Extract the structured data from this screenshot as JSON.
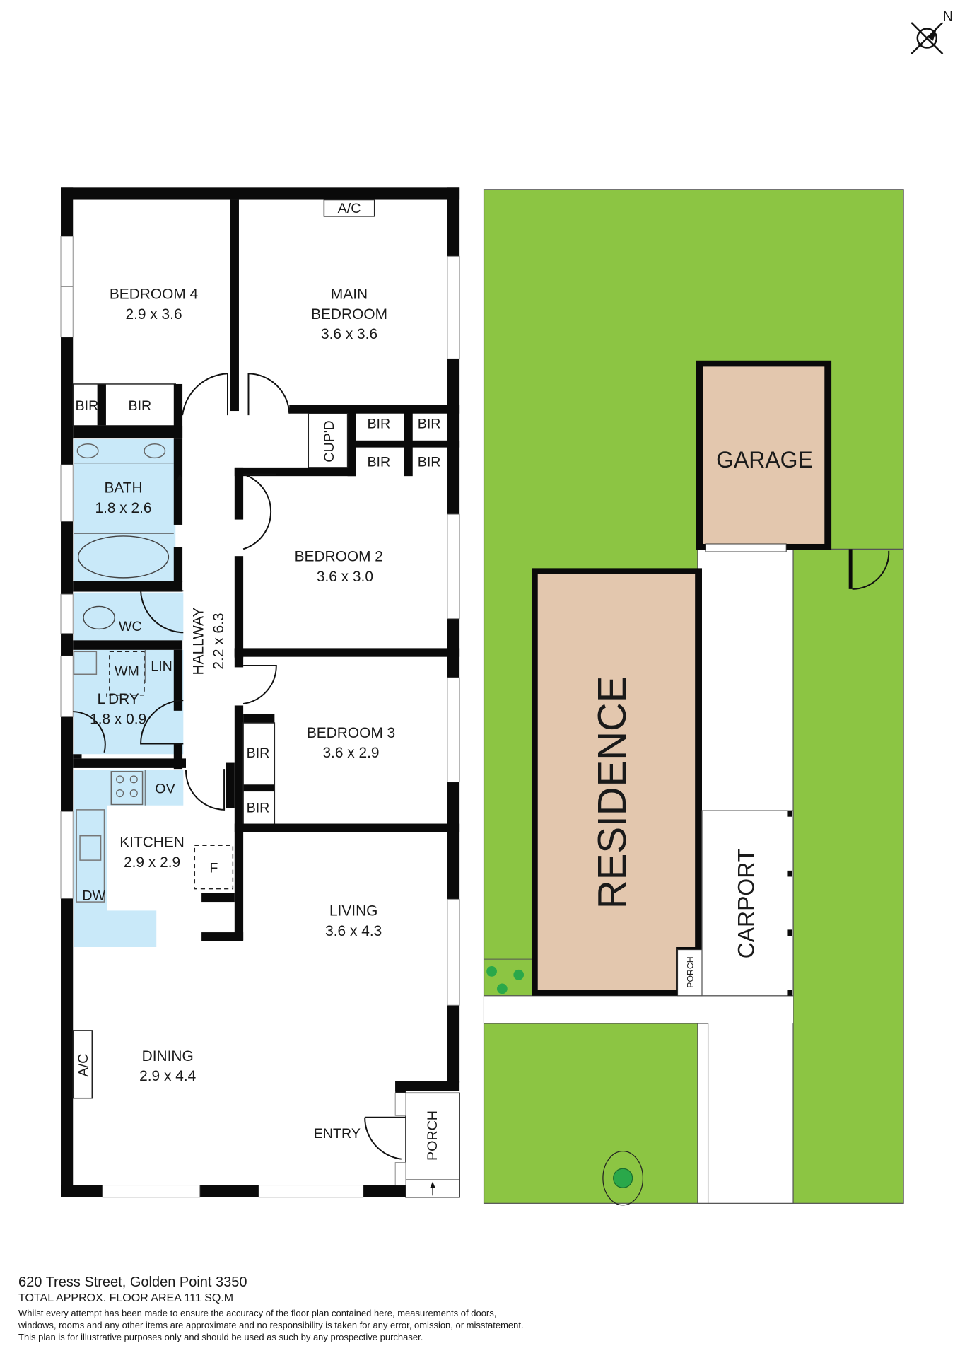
{
  "compass": {
    "label": "N",
    "icon": "north-arrow-icon"
  },
  "floor_plan": {
    "rooms": [
      {
        "id": "bedroom4",
        "name": "BEDROOM 4",
        "dims": "2.9 x 3.6"
      },
      {
        "id": "main_bedroom",
        "name_line1": "MAIN",
        "name_line2": "BEDROOM",
        "dims": "3.6 x 3.6"
      },
      {
        "id": "bath",
        "name": "BATH",
        "dims": "1.8 x 2.6"
      },
      {
        "id": "bedroom2",
        "name": "BEDROOM 2",
        "dims": "3.6 x 3.0"
      },
      {
        "id": "hallway",
        "name": "HALLWAY",
        "dims": "2.2 x 6.3"
      },
      {
        "id": "laundry",
        "name": "L'DRY",
        "dims": "1.8 x 0.9"
      },
      {
        "id": "bedroom3",
        "name": "BEDROOM 3",
        "dims": "3.6 x 2.9"
      },
      {
        "id": "kitchen",
        "name": "KITCHEN",
        "dims": "2.9 x 2.9"
      },
      {
        "id": "living",
        "name": "LIVING",
        "dims": "3.6 x 4.3"
      },
      {
        "id": "dining",
        "name": "DINING",
        "dims": "2.9 x 4.4"
      }
    ],
    "fixtures": {
      "ac_top": "A/C",
      "ac_dining": "A/C",
      "bir": "BIR",
      "cupd": "CUP'D",
      "wc": "WC",
      "wm": "WM",
      "lin": "LIN",
      "ov": "OV",
      "dw": "DW",
      "fridge": "F",
      "entry": "ENTRY",
      "porch": "PORCH"
    }
  },
  "site_plan": {
    "garage": "GARAGE",
    "residence": "RESIDENCE",
    "carport": "CARPORT",
    "porch": "PORCH"
  },
  "colors": {
    "wet_area": "#c9e9f9",
    "grass": "#8cc543",
    "building": "#e3c7ae",
    "wall": "#0a0a0a"
  },
  "footer": {
    "address": "620 Tress Street, Golden Point 3350",
    "total_area": "TOTAL APPROX. FLOOR AREA 111 SQ.M",
    "disclaimer_line1": "Whilst every attempt has been made to ensure the accuracy of the floor plan contained here, measurements of doors,",
    "disclaimer_line2": "windows, rooms and any other items are approximate and no responsibility is taken for any error, omission, or misstatement.",
    "disclaimer_line3": "This plan is for illustrative purposes only and should be used as such by any prospective purchaser."
  }
}
